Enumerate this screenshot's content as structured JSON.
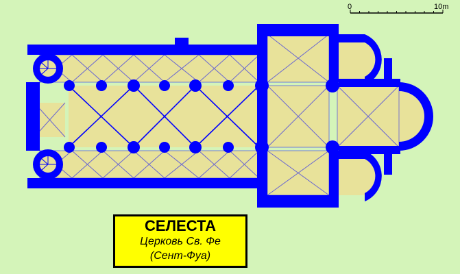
{
  "scale": {
    "start_label": "0",
    "end_label": "10m",
    "ticks": 10
  },
  "caption": {
    "title": "СЕЛЕСТА",
    "line1": "Церковь Св. Фе",
    "line2": "(Сент-Фуа)"
  },
  "colors": {
    "background": "#d4f4b9",
    "walls": "#0000ff",
    "floor": "#e8e29a",
    "caption_bg": "#ffff00"
  }
}
